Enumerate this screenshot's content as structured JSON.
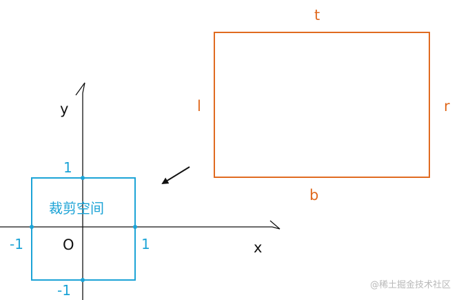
{
  "colors": {
    "axis": "#111111",
    "clip_space": "#1ba3d6",
    "view_rect": "#e06a1f",
    "arrow": "#111111",
    "watermark": "#b9b9b9"
  },
  "axes": {
    "x_label": "x",
    "y_label": "y",
    "origin_label": "O"
  },
  "clip_space": {
    "label": "裁剪空间",
    "tick_top": "1",
    "tick_bottom": "-1",
    "tick_left": "-1",
    "tick_right": "1"
  },
  "view_rect": {
    "top_label": "t",
    "bottom_label": "b",
    "left_label": "l",
    "right_label": "r"
  },
  "watermark": "@稀土掘金技术社区"
}
